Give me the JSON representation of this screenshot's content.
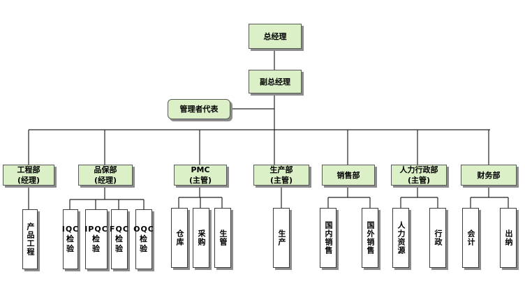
{
  "top": "总经理",
  "deputy": "副总经理",
  "rep": "管理者代表",
  "departments": [
    {
      "label": "工程部\n(经理)",
      "subs": [
        "产品工程"
      ]
    },
    {
      "label": "品保部\n(经理)",
      "subs": [
        "IQC检验",
        "IPQC检验",
        "FQC检验",
        "OQC检验"
      ]
    },
    {
      "label": "PMC\n(主管)",
      "subs": [
        "仓库",
        "采购",
        "生管"
      ]
    },
    {
      "label": "生产部\n(主管)",
      "subs": [
        "生产"
      ]
    },
    {
      "label": "销售部",
      "subs": [
        "国内销售",
        "国外销售"
      ]
    },
    {
      "label": "人力行政部\n(主管)",
      "subs": [
        "人力资源",
        "行政"
      ]
    },
    {
      "label": "财务部",
      "subs": [
        "会计",
        "出纳"
      ]
    }
  ]
}
